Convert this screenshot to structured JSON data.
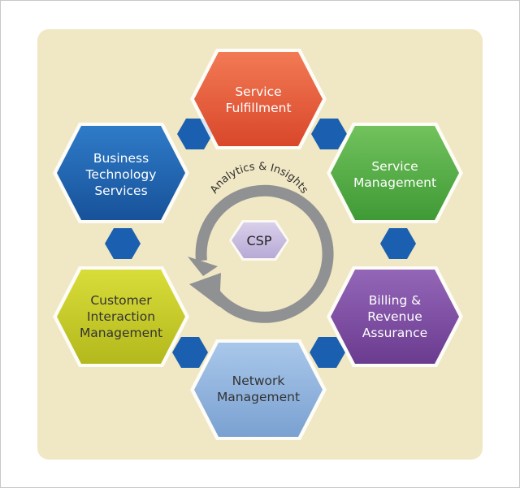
{
  "diagram": {
    "center_label": "CSP",
    "ring_label": "Analytics & Insights",
    "nodes": [
      {
        "lines": [
          "Service",
          "Fulfillment"
        ],
        "color": "#e8593a"
      },
      {
        "lines": [
          "Service",
          "Management"
        ],
        "color": "#55b045"
      },
      {
        "lines": [
          "Billing &",
          "Revenue",
          "Assurance"
        ],
        "color": "#7b4aa0"
      },
      {
        "lines": [
          "Network",
          "Management"
        ],
        "color": "#8fb3dd"
      },
      {
        "lines": [
          "Customer",
          "Interaction",
          "Management"
        ],
        "color": "#c8cc2a"
      },
      {
        "lines": [
          "Business",
          "Technology",
          "Services"
        ],
        "color": "#1f64b0"
      }
    ],
    "colors": {
      "background_panel": "#f0e7c4",
      "connector": "#1a5fb0",
      "arrow": "#8f9193",
      "center_hex": "#c9bde0"
    }
  }
}
